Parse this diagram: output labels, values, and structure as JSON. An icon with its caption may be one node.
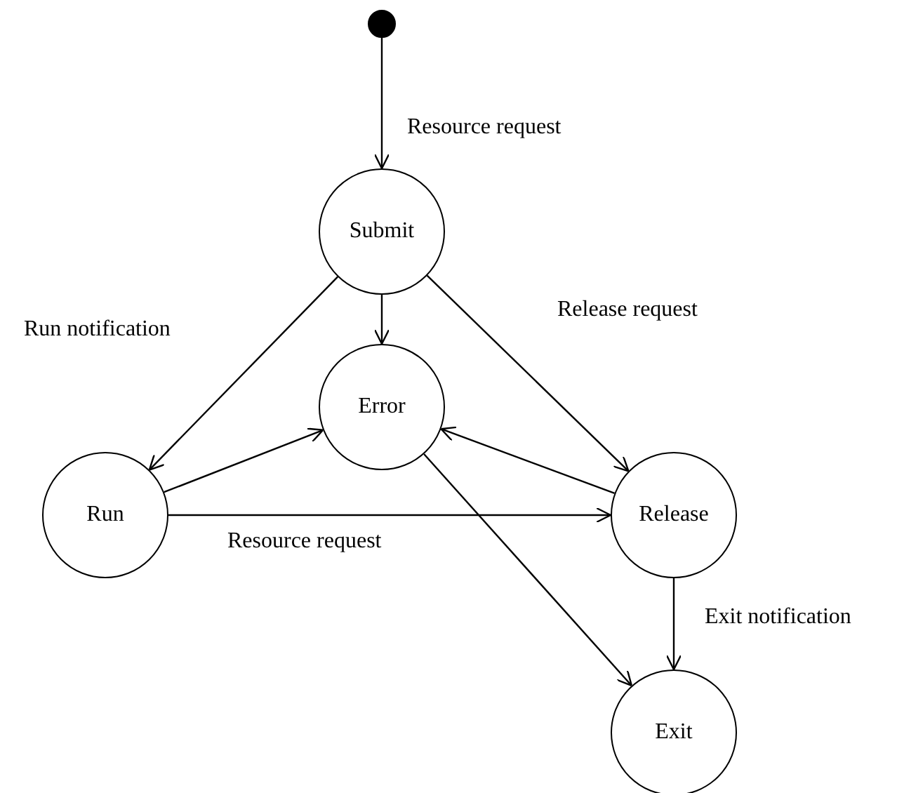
{
  "diagram": {
    "nodes": [
      {
        "text": [],
        "shape": "circle"
      },
      {
        "text": [
          "Submit"
        ]
      },
      {
        "text": [
          "Error"
        ]
      },
      {
        "text": [
          "Run"
        ]
      },
      {
        "text": [
          "Release"
        ]
      },
      {
        "text": [
          "Exit"
        ]
      }
    ],
    "edges": [
      {
        "from": 0,
        "to": 1,
        "arrow": "to",
        "label": "Resource request"
      },
      {
        "from": 1,
        "to": 3,
        "arrow": "to",
        "label": "Run notification"
      },
      {
        "from": 1,
        "to": 2,
        "arrow": "to"
      },
      {
        "from": 1,
        "to": 4,
        "arrow": "to",
        "label": "Release request"
      },
      {
        "from": 3,
        "to": 2,
        "arrow": "to"
      },
      {
        "from": 3,
        "to": 4,
        "arrow": "to",
        "label": "Resource request"
      },
      {
        "from": 4,
        "to": 2,
        "arrow": "to"
      },
      {
        "from": 2,
        "to": 5,
        "arrow": "to"
      },
      {
        "from": 4,
        "to": 5,
        "arrow": "to",
        "label": "Exit notification"
      }
    ]
  }
}
